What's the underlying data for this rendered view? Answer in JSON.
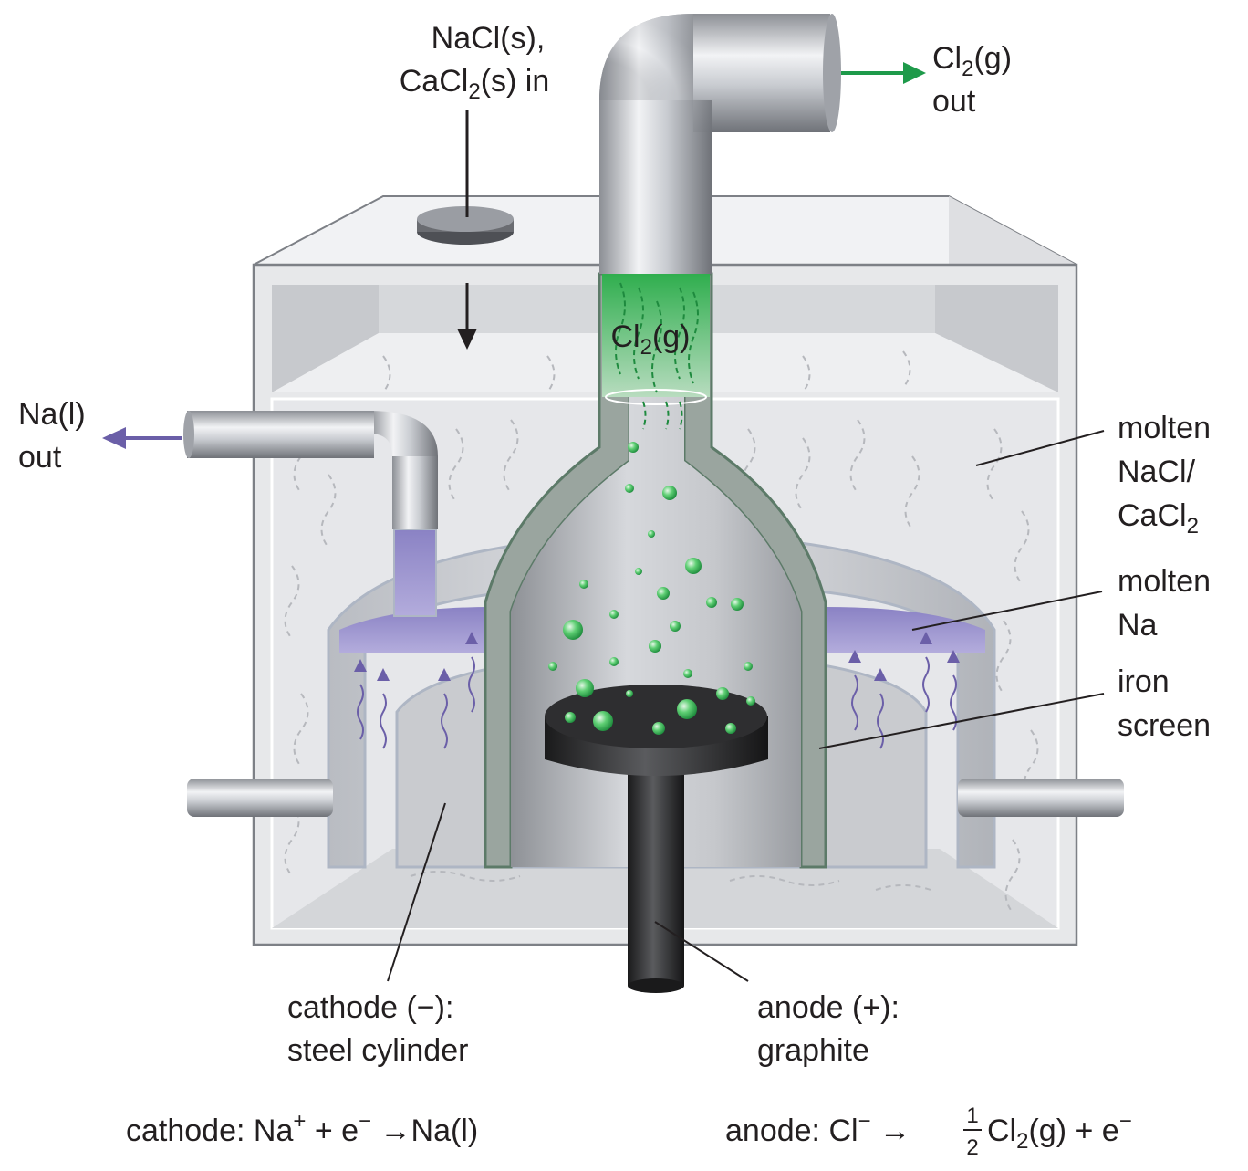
{
  "diagram": {
    "title": "Downs cell for electrolysis of molten NaCl",
    "colors": {
      "chlorine": "#1e9a4a",
      "sodium": "#6b5fa8",
      "molten_salt": "#e6e7ea",
      "steel": "#b9bcc2",
      "graphite": "#2a2a2c",
      "label": "#231f20"
    },
    "labels": {
      "nacl_in": {
        "line1": "NaCl(s),",
        "line2_pre": "CaCl",
        "line2_sub": "2",
        "line2_post": "(s) in"
      },
      "cl2_out": {
        "line1_pre": "Cl",
        "line1_sub": "2",
        "line1_post": "(g)",
        "line2": "out"
      },
      "cl2_inside": {
        "pre": "Cl",
        "sub": "2",
        "post": "(g)"
      },
      "na_out": {
        "line1": "Na(l)",
        "line2": "out"
      },
      "molten_salt": {
        "line1": "molten",
        "line2": "NaCl/",
        "line3_pre": "CaCl",
        "line3_sub": "2"
      },
      "molten_na": {
        "line1": "molten",
        "line2": "Na"
      },
      "iron_screen": {
        "line1": "iron",
        "line2": "screen"
      },
      "cathode": {
        "line1": "cathode (−):",
        "line2": "steel cylinder"
      },
      "anode": {
        "line1": "anode (+):",
        "line2": "graphite"
      }
    },
    "equations": {
      "cathode": {
        "lead": "cathode: Na",
        "sup1": "+",
        "mid": " + e",
        "sup2": "−",
        "arrow": " →",
        "product": "Na(l)"
      },
      "anode": {
        "lead": "anode: Cl",
        "sup1": "−",
        "arrow": " → ",
        "frac_num": "1",
        "frac_den": "2",
        "species": "Cl",
        "sub": "2",
        "phase": "(g) + e",
        "sup2": "−"
      }
    }
  }
}
